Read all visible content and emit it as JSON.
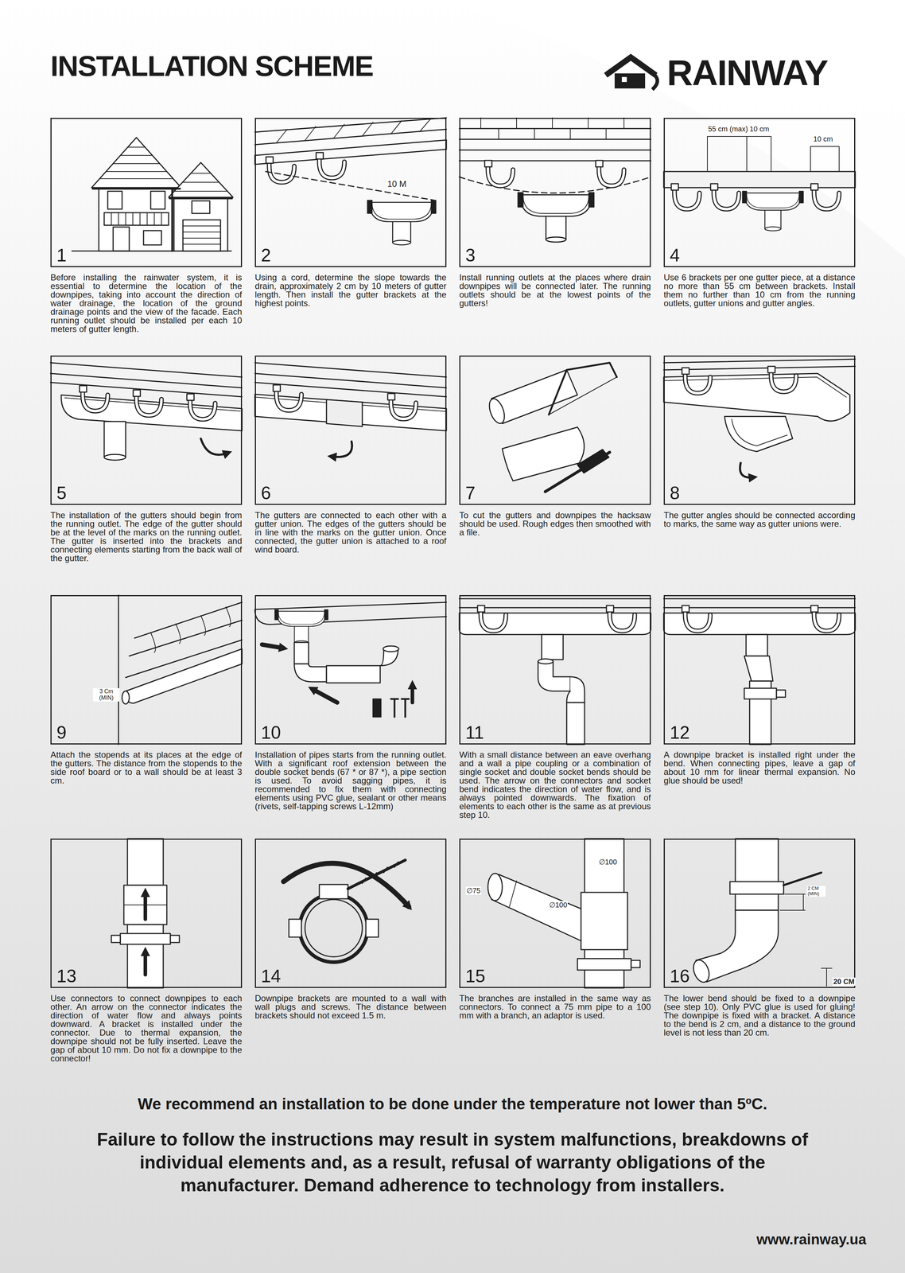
{
  "diagram": {
    "title": "INSTALLATION SCHEME",
    "nodes": [
      {
        "text": [
          "1",
          "Before installing the rainwater system, it is essential to determine the location of the downpipes, taking into account the direction of water drainage, the location of the ground drainage points and the view of the facade. Each running outlet should be installed per each 10 meters of gutter length."
        ]
      },
      {
        "text": [
          "2",
          "Using a cord, determine the slope towards the drain, approximately 2 cm by 10 meters of gutter length. Then install the gutter brackets at the highest points."
        ]
      },
      {
        "text": [
          "3",
          "Install running outlets at the places where drain downpipes will be connected later. The running outlets should be at the lowest points of the gutters!"
        ]
      },
      {
        "text": [
          "4",
          "Use 6 brackets per one gutter piece, at a distance no more than 55 cm between brackets. Install them no further than 10 cm from the running outlets, gutter unions and gutter angles."
        ]
      },
      {
        "text": [
          "5",
          "The installation of the gutters should begin from the running outlet. The edge of the gutter should be at the level of the marks on the running outlet. The gutter is inserted into the brackets and connecting elements starting from the back wall of the gutter."
        ]
      },
      {
        "text": [
          "6",
          "The gutters are connected to each other with a gutter union. The edges of the gutters should be in line with the marks on the gutter union. Once connected, the gutter union is attached to a roof wind board."
        ]
      },
      {
        "text": [
          "7",
          "To cut the gutters and downpipes the hacksaw should be used. Rough edges then smoothed with a file."
        ]
      },
      {
        "text": [
          "8",
          "The gutter angles should be connected according to marks, the same way as gutter unions were."
        ]
      },
      {
        "text": [
          "9",
          "Attach the stopends at its places at the edge of the gutters. The distance from the stopends to the side roof board or to a wall should be at least 3 cm."
        ]
      },
      {
        "text": [
          "10",
          "Installation of pipes starts from the running outlet. With a significant roof extension between the double socket bends (67 * or 87 *), a pipe section is used. To avoid sagging pipes, it is recommended to fix them with connecting elements using PVC glue, sealant or other means (rivets, self-tapping screws L-12mm)"
        ]
      },
      {
        "text": [
          "11",
          "With a small distance between an eave overhang and a wall a pipe coupling or a combination of single socket and double socket bends should be used. The arrow on the connectors and socket bend indicates the direction of water flow, and is always pointed downwards. The fixation of elements to each other is the same as at previous step 10."
        ]
      },
      {
        "text": [
          "12",
          "A downpipe bracket is installed right under the bend. When connecting pipes, leave a gap of about 10 mm for linear thermal expansion. No glue should be used!"
        ]
      },
      {
        "text": [
          "13",
          "Use connectors to connect downpipes to each other. An arrow on the connector indicates the direction of water flow and always points downward. A bracket is installed under the connector. Due to thermal expansion, the downpipe should not be fully inserted. Leave the gap of about 10 mm. Do not fix a downpipe to the connector!"
        ]
      },
      {
        "text": [
          "14",
          "Downpipe brackets are mounted to a wall with wall plugs and screws. The distance between brackets should not exceed 1.5 m."
        ]
      },
      {
        "text": [
          "15",
          "The branches are installed in the same way as connectors. To connect a 75 mm pipe to a 100 mm with a branch, an adaptor is used."
        ]
      },
      {
        "text": [
          "16",
          "The lower bend should be fixed to a downpipe (see step 10). Only PVC glue is used for gluing! The downpipe is fixed with a bracket. A distance to the bend is 2 cm, and a distance to the ground level is not less than 20 cm."
        ]
      }
    ],
    "labels": [
      "RAINWAY",
      "10 M",
      "55 cm (max)",
      "10 cm",
      "10 cm",
      "3 Cm (MIN)",
      "∅100",
      "∅75",
      "∅100",
      "2 CM (MIN)",
      "20 CM",
      "We recommend an installation to be done under the temperature not lower than 5ºC.",
      "Failure to follow the instructions may result in system malfunctions, breakdowns of individual elements and, as a result, refusal of warranty obligations of the manufacturer. Demand adherence to technology from installers.",
      "www.rainway.ua"
    ]
  }
}
